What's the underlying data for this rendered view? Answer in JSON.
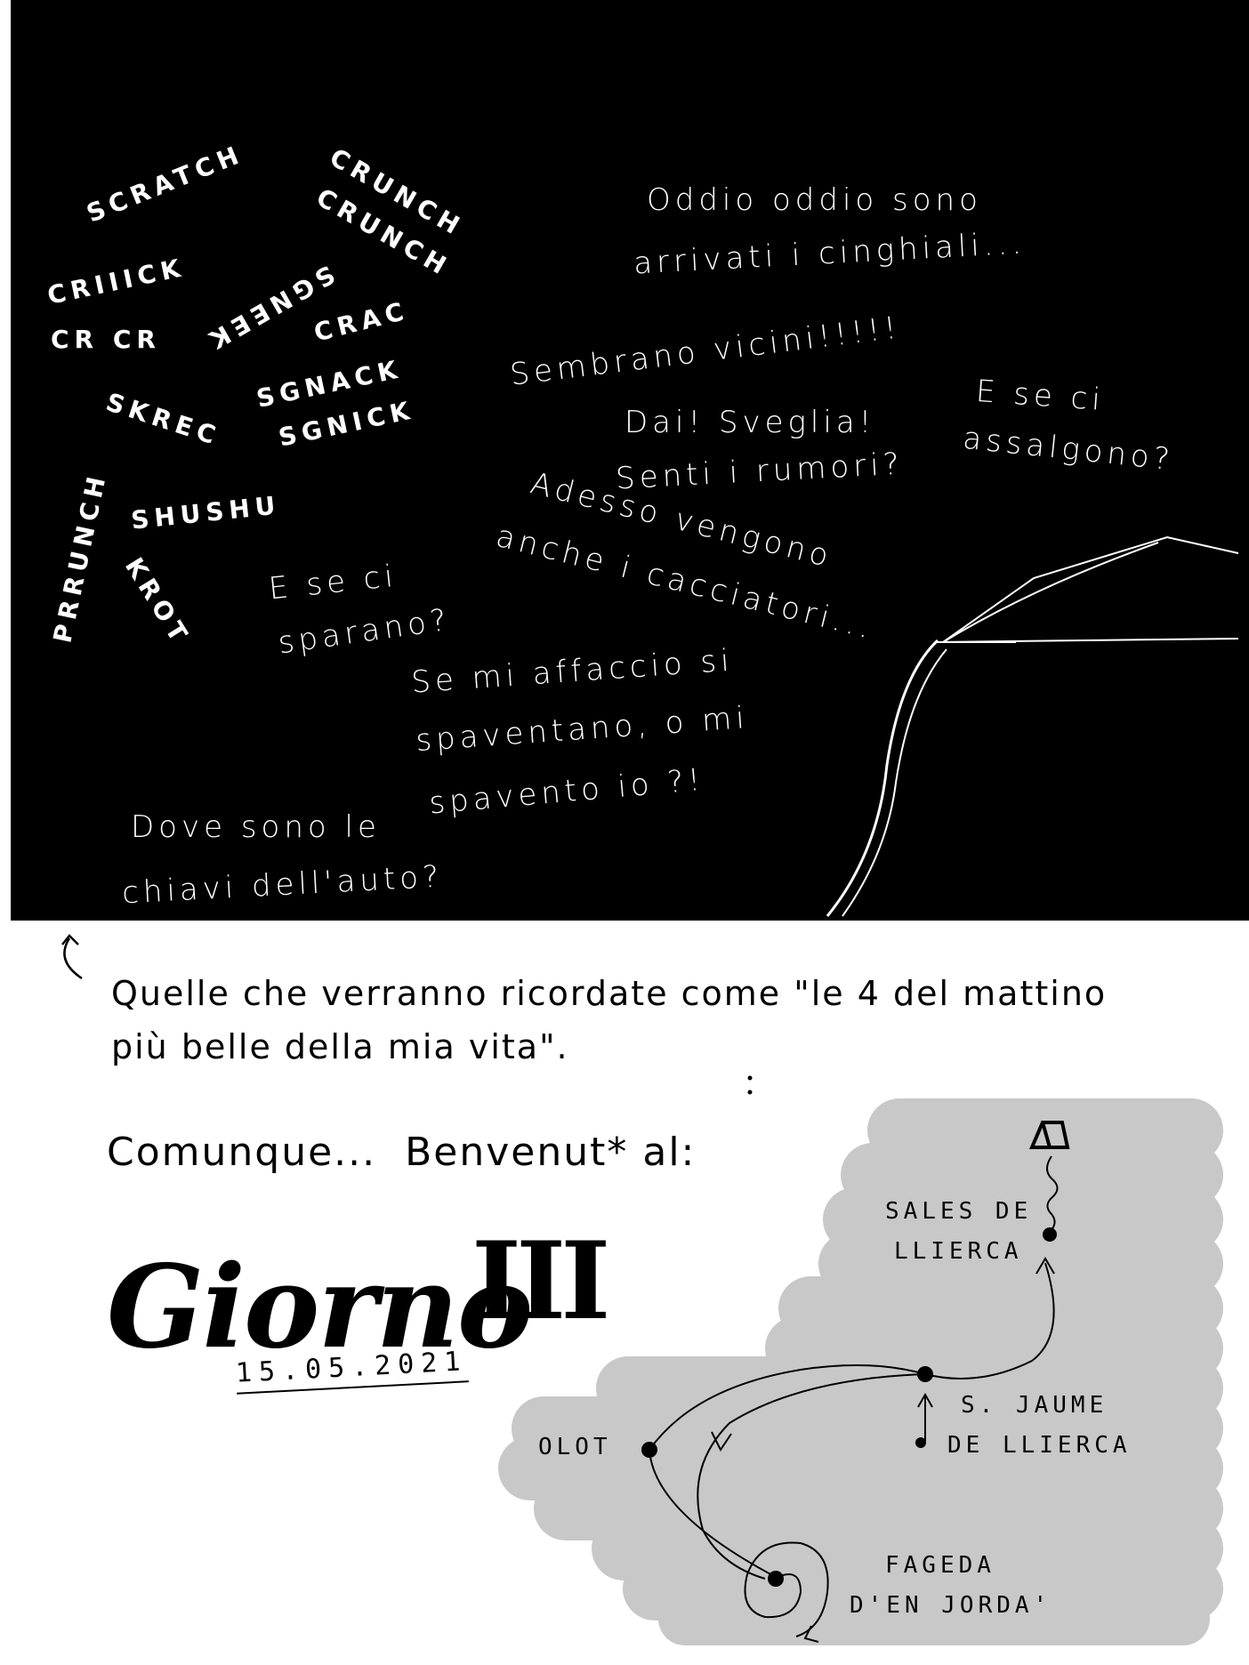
{
  "sounds": {
    "scratch": "SCRATCH",
    "crunch1": "CRUNCH",
    "crunch2": "CRUNCH",
    "criiick": "CRIIICK",
    "sgneek": "SGNEEK",
    "crcr": "CR CR",
    "crac": "CRAC",
    "sgnack": "SGNACK",
    "sgnick": "SGNICK",
    "skrec": "SKREC",
    "prrunch": "PRRUNCH",
    "shushu": "SHUSHU",
    "krot": "KROT"
  },
  "thoughts": {
    "oddio_1": "Oddio oddio sono",
    "oddio_2": "arrivati i cinghiali...",
    "sembrano": "Sembrano vicini!!!!!",
    "e_se_assal_1": "E se ci",
    "e_se_assal_2": "assalgono?",
    "dai_1": "Dai! Sveglia!",
    "dai_2": "Senti i rumori?",
    "adesso_1": "Adesso vengono",
    "adesso_2": "anche i cacciatori...",
    "e_se_spar_1": "E se ci",
    "e_se_spar_2": "sparano?",
    "se_mi_1": "Se mi affaccio si",
    "se_mi_2": "spaventano, o mi",
    "se_mi_3": "spavento io ?!",
    "dove_1": "Dove sono le",
    "dove_2": "chiavi dell'auto?"
  },
  "caption": {
    "line1": "Quelle che verranno ricordate come \"le 4 del mattino",
    "line2": "più belle della mia vita\".",
    "welcome": "Comunque...  Benvenut* al:"
  },
  "title": {
    "word": "Giorno",
    "numeral": "III",
    "date": "15.05.2021"
  },
  "map": {
    "sales": [
      "SALES DE",
      "LLIERCA"
    ],
    "jaume": [
      "S. JAUME",
      "DE LLIERCA"
    ],
    "olot": "OLOT",
    "fageda": [
      "FAGEDA",
      "D'EN JORDA'"
    ]
  },
  "colors": {
    "night": "#000000",
    "map_fill": "#c8c8c8",
    "ink": "#000000"
  }
}
